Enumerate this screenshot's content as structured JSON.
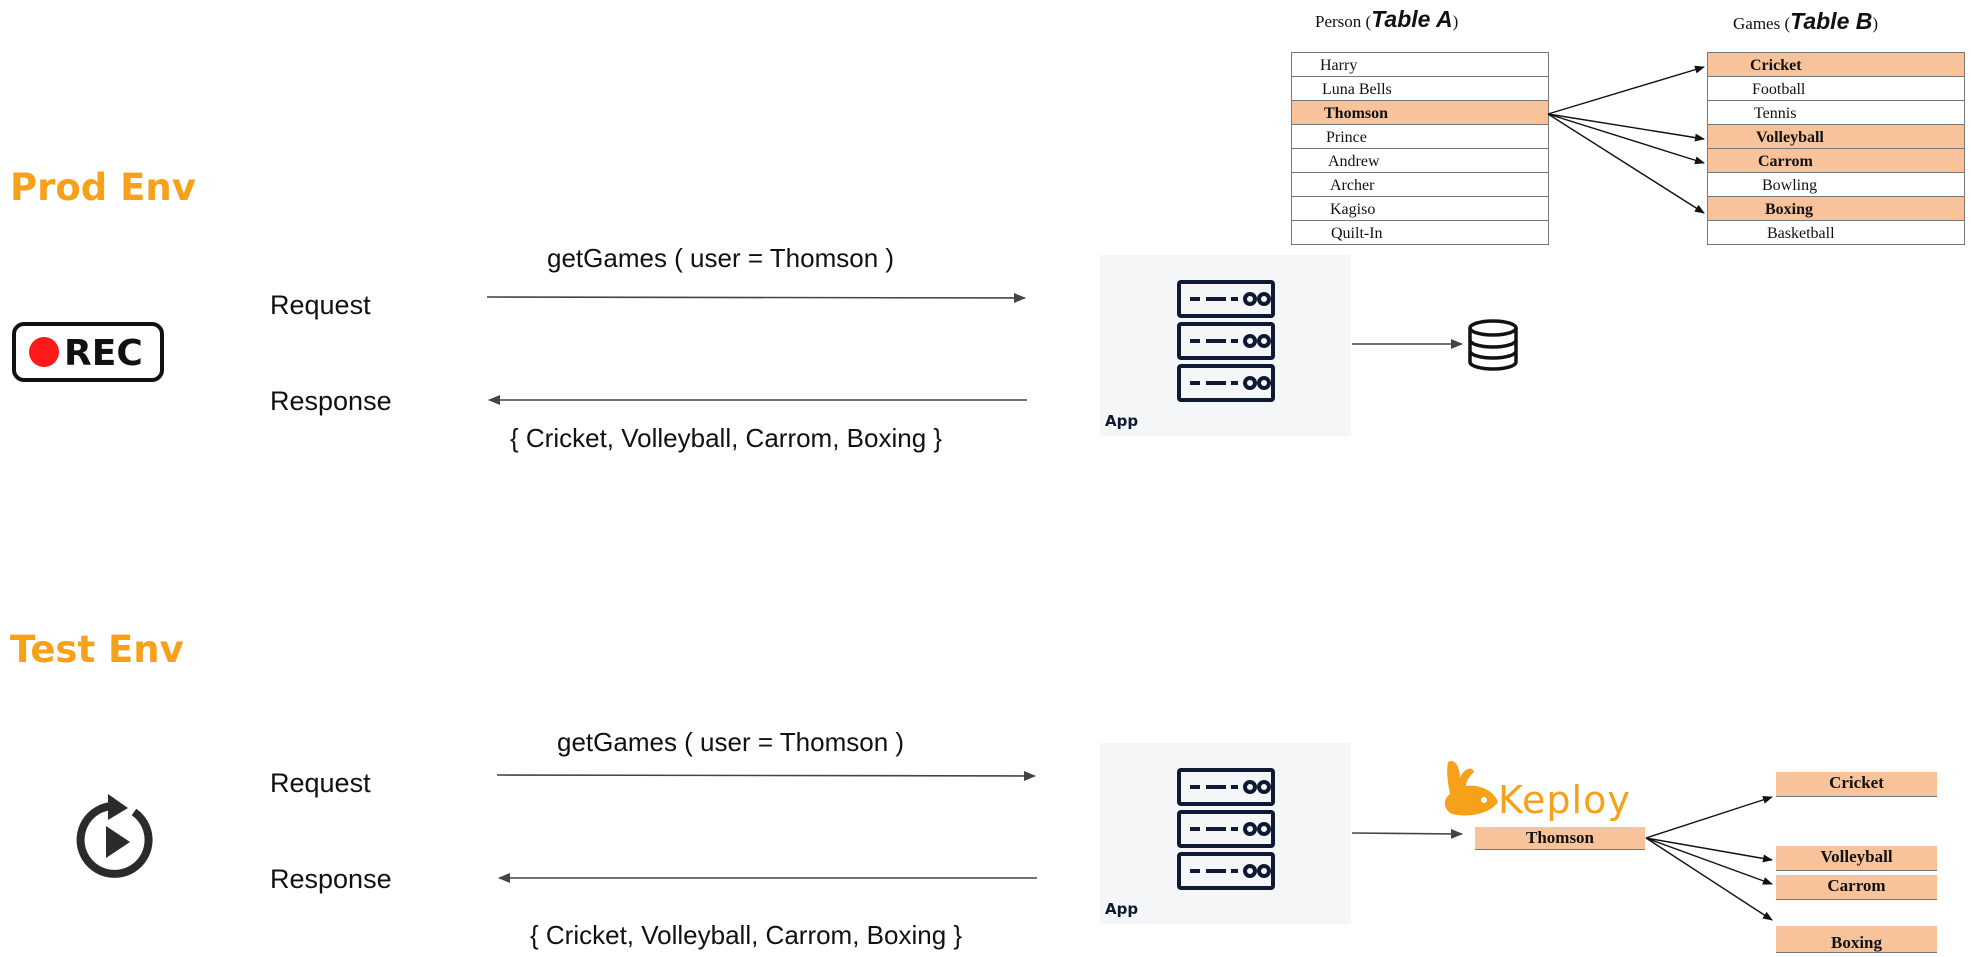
{
  "prod": {
    "env_label": "Prod Env",
    "rec_label": "REC",
    "request_label": "Request",
    "response_label": "Response",
    "request_payload": "getGames ( user = Thomson )",
    "response_payload": "{ Cricket, Volleyball, Carrom, Boxing }",
    "app_label": "App"
  },
  "test": {
    "env_label": "Test Env",
    "request_label": "Request",
    "response_label": "Response",
    "request_payload": "getGames ( user = Thomson )",
    "response_payload": "{ Cricket, Volleyball, Carrom, Boxing }",
    "app_label": "App",
    "keploy_label": "Keploy",
    "mock_user": "Thomson",
    "mock_games": [
      "Cricket",
      "Volleyball",
      "Carrom",
      "Boxing"
    ]
  },
  "table_a": {
    "title_prefix": "Person",
    "title_name": "Table A",
    "rows": [
      "Harry",
      "Luna Bells",
      "Thomson",
      "Prince",
      "Andrew",
      "Archer",
      "Kagiso",
      "Quilt-In"
    ],
    "highlighted": [
      "Thomson"
    ]
  },
  "table_b": {
    "title_prefix": "Games",
    "title_name": "Table B",
    "rows": [
      "Cricket",
      "Football",
      "Tennis",
      "Volleyball",
      "Carrom",
      "Bowling",
      "Boxing",
      "Basketball"
    ],
    "highlighted": [
      "Cricket",
      "Volleyball",
      "Carrom",
      "Boxing"
    ]
  },
  "colors": {
    "accent_orange": "#f7a11a",
    "highlight": "#f8c29a",
    "icon_navy": "#0e1a33",
    "rec_red": "#ff1a1a"
  },
  "icons": {
    "rec": "record-icon",
    "replay": "replay-icon",
    "server": "server-icon",
    "database": "database-icon",
    "keploy": "keploy-rabbit-icon"
  }
}
